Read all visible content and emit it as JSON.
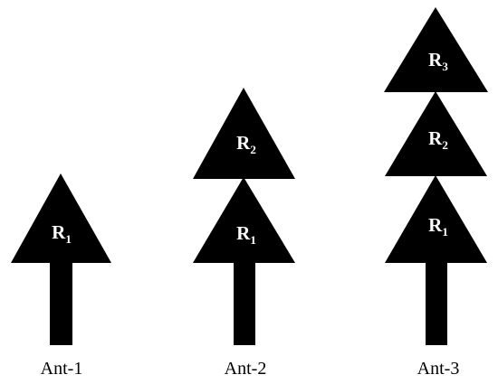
{
  "diagram": {
    "fill_color": "#000000",
    "label_color": "#ffffff",
    "antennas": [
      {
        "caption": "Ant-1",
        "radiators": [
          {
            "main": "R",
            "sub": "1"
          }
        ]
      },
      {
        "caption": "Ant-2",
        "radiators": [
          {
            "main": "R",
            "sub": "1"
          },
          {
            "main": "R",
            "sub": "2"
          }
        ]
      },
      {
        "caption": "Ant-3",
        "radiators": [
          {
            "main": "R",
            "sub": "1"
          },
          {
            "main": "R",
            "sub": "2"
          },
          {
            "main": "R",
            "sub": "3"
          }
        ]
      }
    ]
  }
}
